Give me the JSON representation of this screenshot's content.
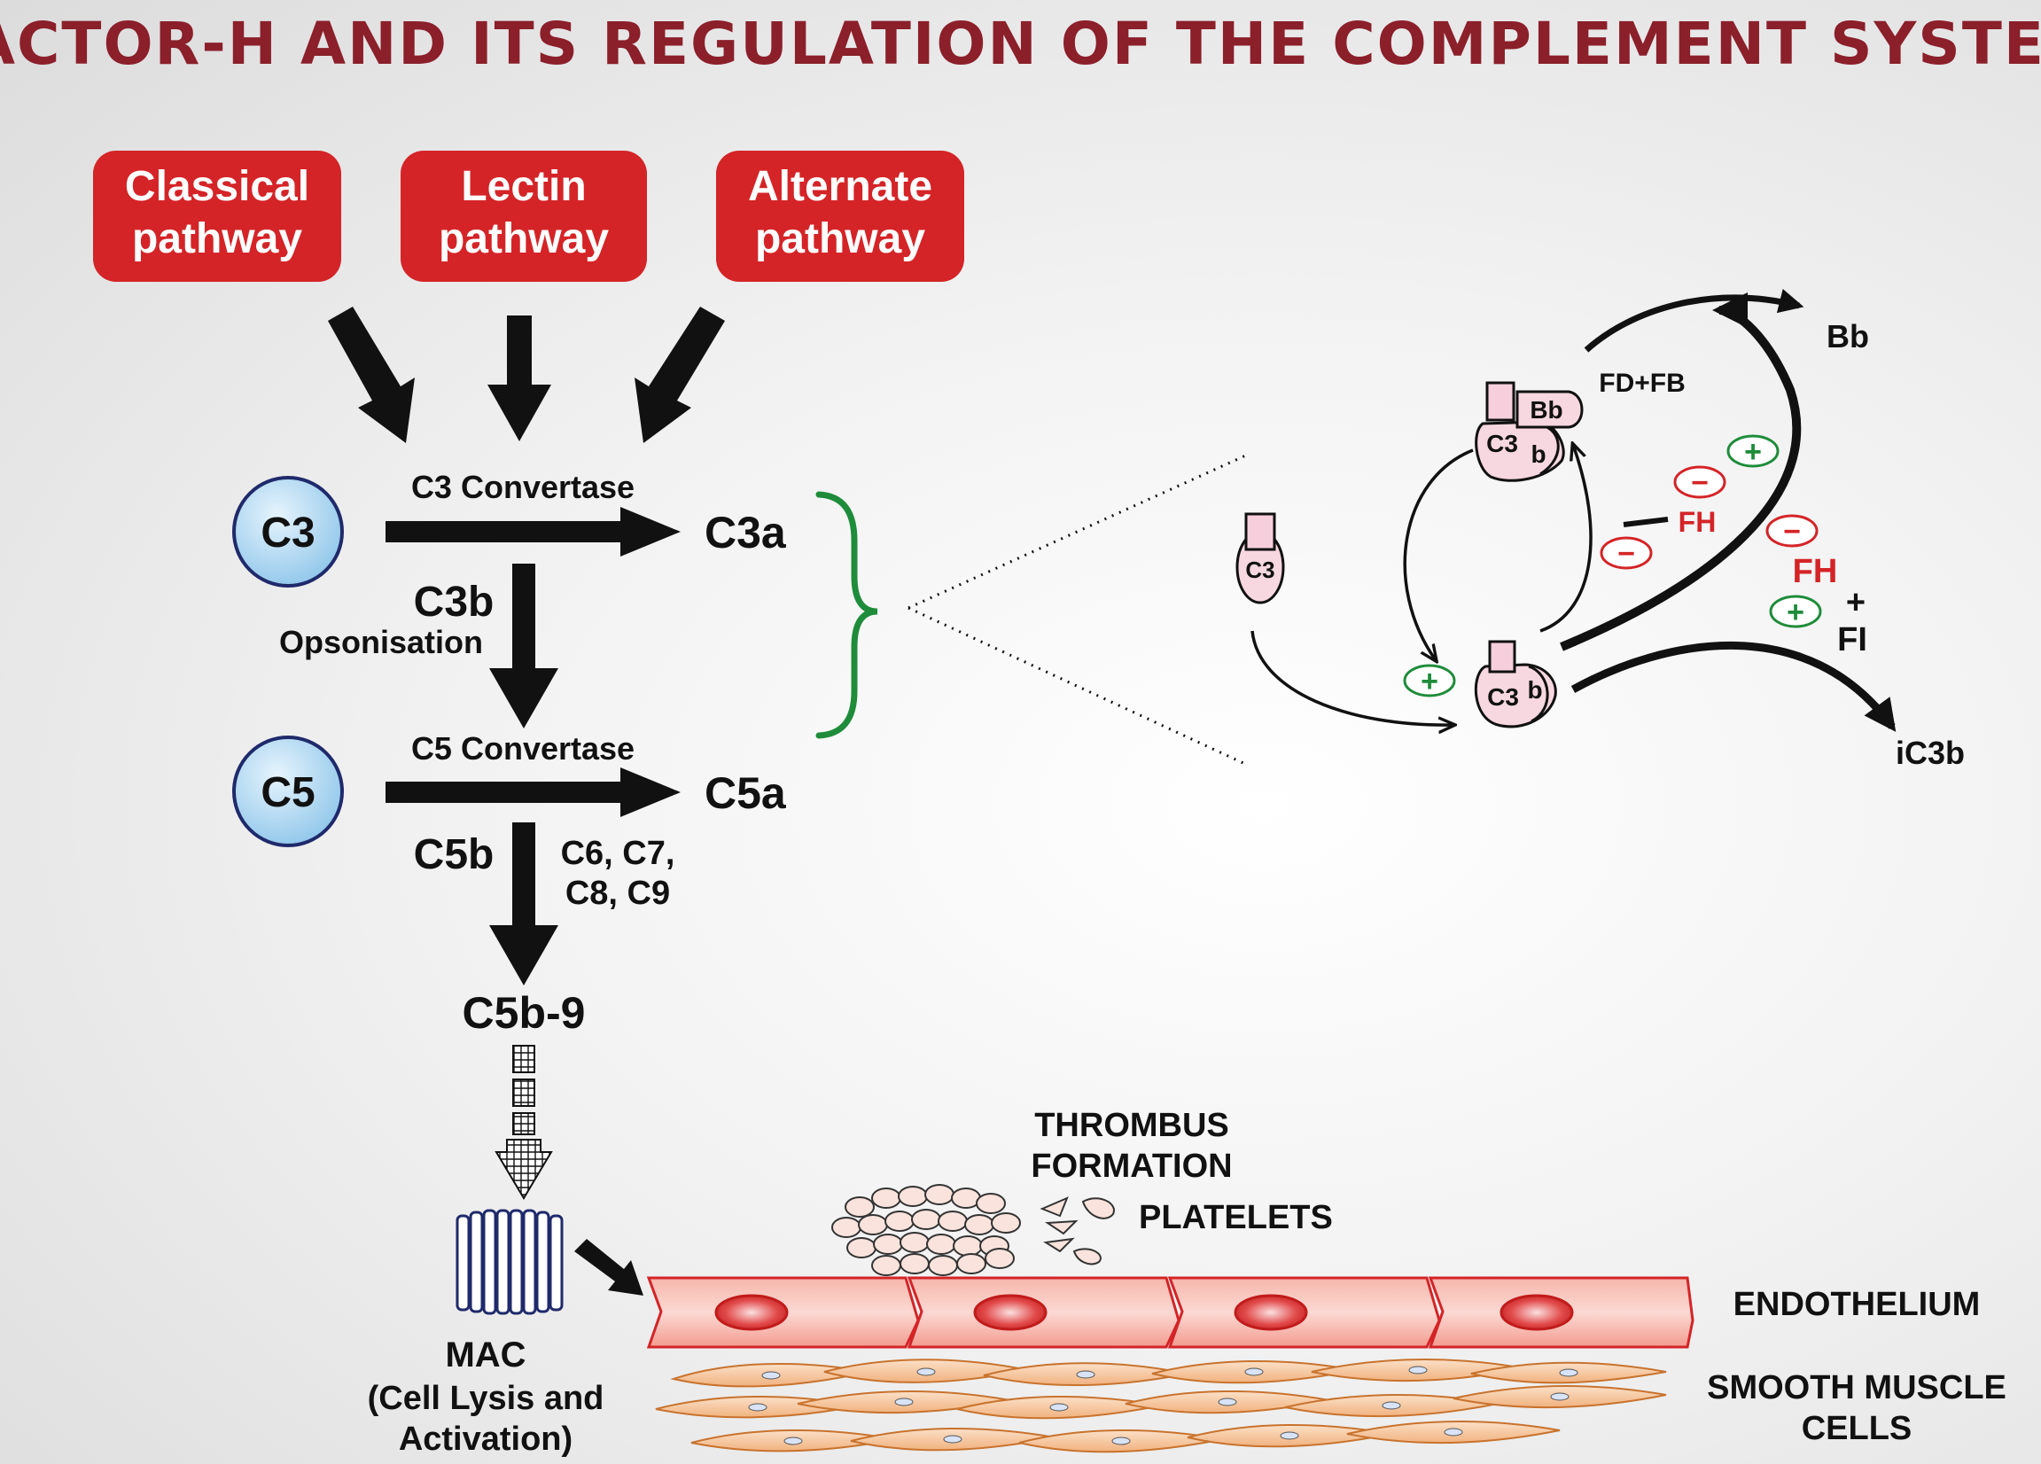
{
  "title": "FACTOR-H AND ITS REGULATION OF THE COMPLEMENT SYSTEM",
  "colors": {
    "title": "#8b1f2a",
    "pathway_box": "#d42427",
    "pathway_text": "#ffffff",
    "circle_fill": "#bfe0f5",
    "circle_stroke": "#1f2a6b",
    "brace": "#1e8c3a",
    "minus": "#d42427",
    "plus": "#1e8c3a",
    "fh_red": "#d42427",
    "endothelium": "#f4a59a",
    "nucleus": "#d42427",
    "smooth_muscle": "#f3c49a",
    "platelet": "#f9e3dc"
  },
  "pathways": [
    {
      "line1": "Classical",
      "line2": "pathway"
    },
    {
      "line1": "Lectin",
      "line2": "pathway"
    },
    {
      "line1": "Alternate",
      "line2": "pathway"
    }
  ],
  "cascade": {
    "c3_node": "C3",
    "c3_convertase": "C3 Convertase",
    "c3a": "C3a",
    "c3b": "C3b",
    "opsonisation": "Opsonisation",
    "c5_node": "C5",
    "c5_convertase": "C5 Convertase",
    "c5a": "C5a",
    "c5b": "C5b",
    "c6c7": "C6, C7,",
    "c8c9": "C8, C9",
    "c5b9": "C5b-9",
    "mac": "MAC",
    "mac_desc1": "(Cell Lysis and",
    "mac_desc2": "Activation)"
  },
  "inset": {
    "bb_top": "Bb",
    "fd_fb": "FD+FB",
    "bb_small": "Bb",
    "c3_top": "C3",
    "b_top": "b",
    "c3_free": "C3",
    "c3_bottom": "C3",
    "b_bottom": "b",
    "fh_mid": "FH",
    "fh_right": "FH",
    "plus_sign": "+",
    "fi": "FI",
    "ic3b": "iC3b",
    "minus_symbol": "−",
    "plus_symbol": "+"
  },
  "bottom": {
    "thrombus1": "THROMBUS",
    "thrombus2": "FORMATION",
    "platelets": "PLATELETS",
    "endothelium": "ENDOTHELIUM",
    "smc1": "SMOOTH MUSCLE",
    "smc2": "CELLS"
  }
}
